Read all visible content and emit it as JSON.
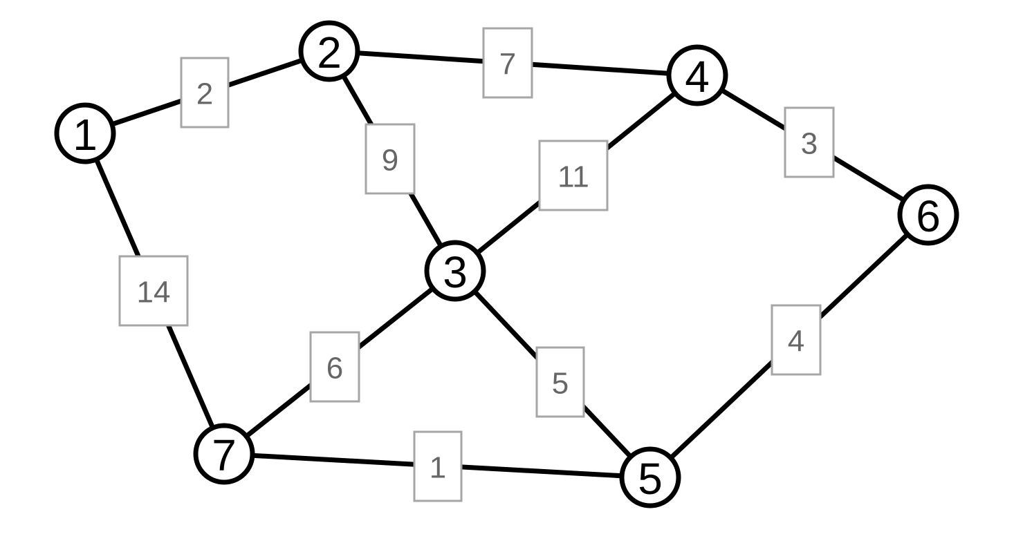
{
  "graph": {
    "nodes": [
      {
        "id": "1",
        "label": "1"
      },
      {
        "id": "2",
        "label": "2"
      },
      {
        "id": "3",
        "label": "3"
      },
      {
        "id": "4",
        "label": "4"
      },
      {
        "id": "5",
        "label": "5"
      },
      {
        "id": "6",
        "label": "6"
      },
      {
        "id": "7",
        "label": "7"
      }
    ],
    "edges": [
      {
        "from": "1",
        "to": "2",
        "weight": "2"
      },
      {
        "from": "2",
        "to": "4",
        "weight": "7"
      },
      {
        "from": "2",
        "to": "3",
        "weight": "9"
      },
      {
        "from": "4",
        "to": "3",
        "weight": "11"
      },
      {
        "from": "4",
        "to": "6",
        "weight": "3"
      },
      {
        "from": "1",
        "to": "7",
        "weight": "14"
      },
      {
        "from": "3",
        "to": "7",
        "weight": "6"
      },
      {
        "from": "3",
        "to": "5",
        "weight": "5"
      },
      {
        "from": "6",
        "to": "5",
        "weight": "4"
      },
      {
        "from": "7",
        "to": "5",
        "weight": "1"
      }
    ]
  },
  "colors": {
    "edge": "#000000",
    "node_border": "#000000",
    "node_fill": "#ffffff",
    "weight_border": "#a6a6a6",
    "weight_text": "#666666"
  }
}
